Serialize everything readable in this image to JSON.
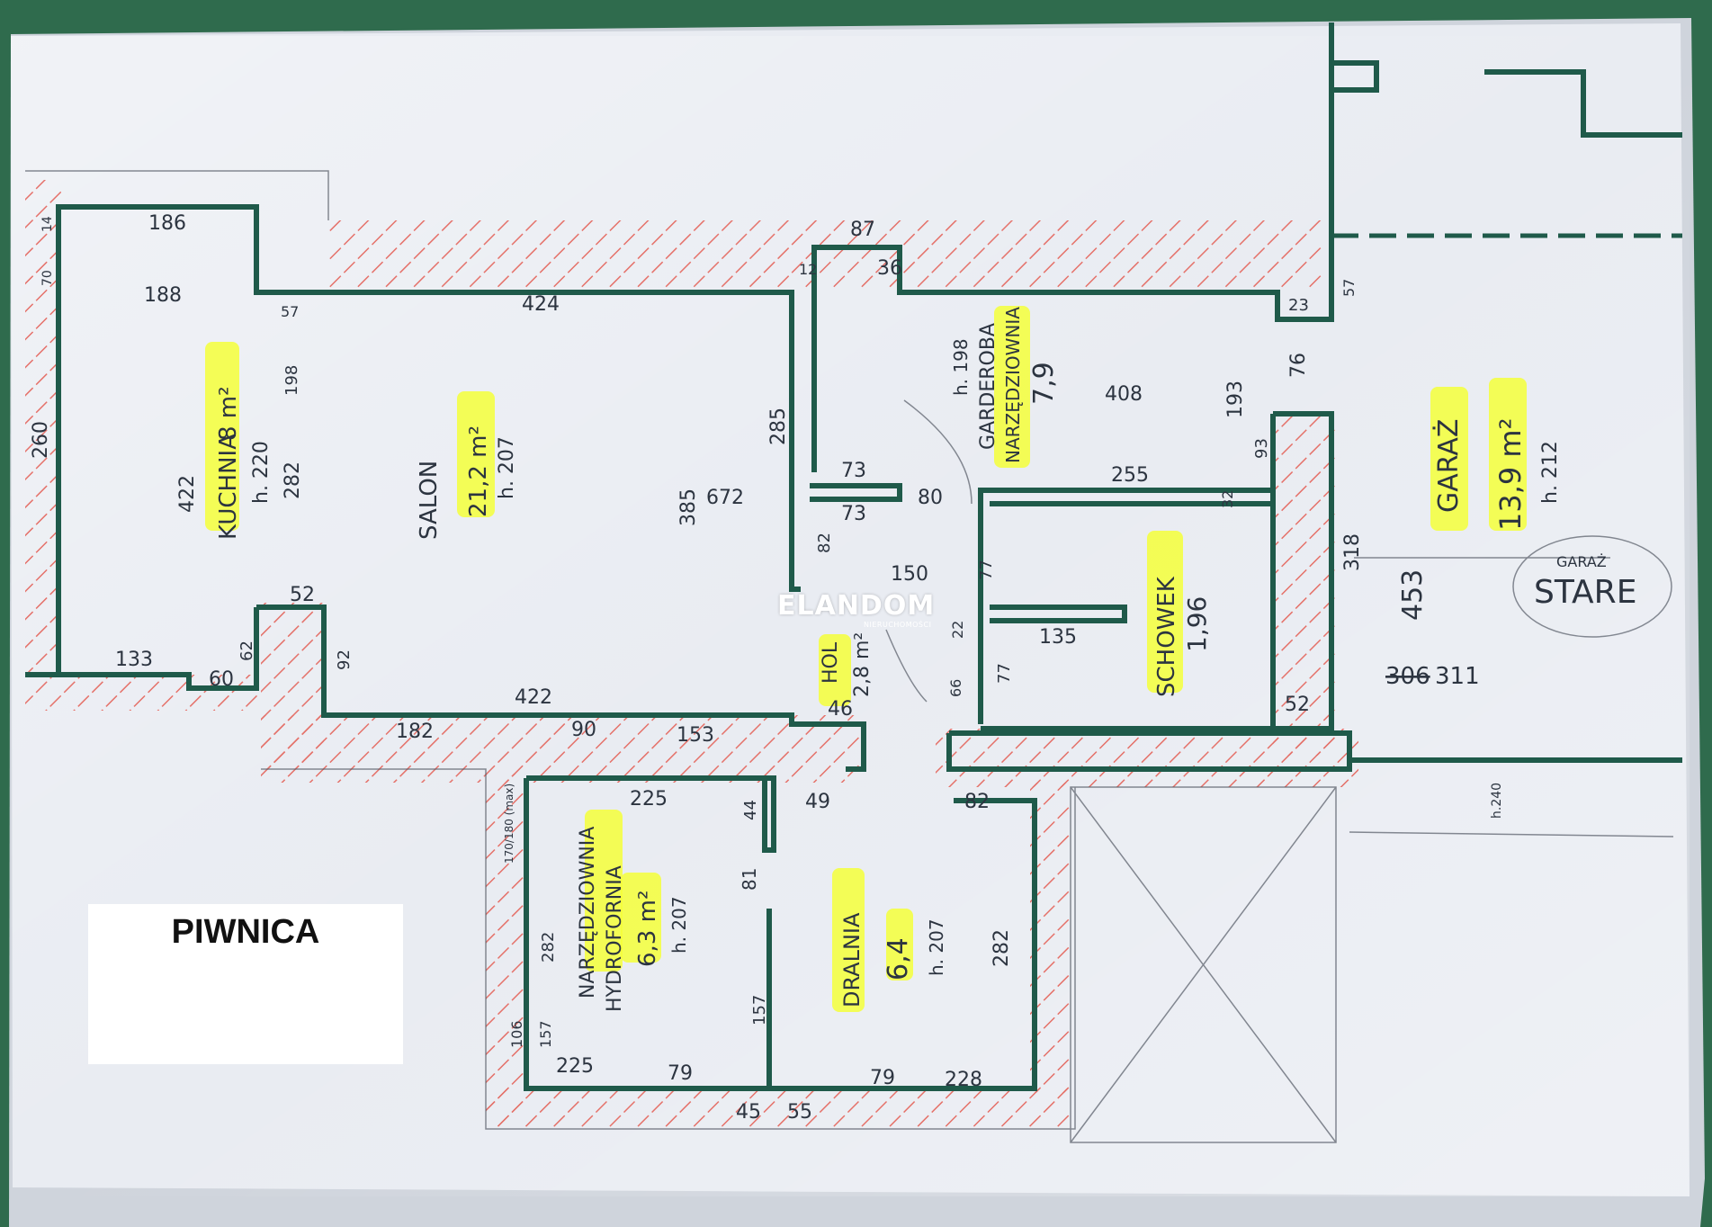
{
  "caption": "PIWNICA",
  "watermark": {
    "brand": "ELANDOM",
    "tagline": "NIERUCHOMOŚCI"
  },
  "rooms": {
    "kuchnia": {
      "name": "KUCHNIA",
      "area": "8 m²",
      "height": "h. 220"
    },
    "salon": {
      "name": "SALON",
      "area": "21,2 m²",
      "height": "h. 207"
    },
    "garderoba": {
      "name": "GARDEROBA",
      "alt_name": "NARZĘDZIOWNIA",
      "area": "7,9",
      "height": "h. 198"
    },
    "chowek": {
      "name": "SCHOWEK",
      "area": "1,96"
    },
    "hol": {
      "name": "HOL",
      "area": "2,8 m²"
    },
    "garaz": {
      "name": "GARAŻ",
      "area": "13,9 m²",
      "height": "h. 212",
      "note_top": "GARAŻ",
      "note_bottom": "STARE"
    },
    "narzedziownia": {
      "name": "NARZĘDZIOWNIA",
      "alt_name": "HYDROFORNIA",
      "area": "6,3 m²",
      "height": "h. 207"
    },
    "dralnia": {
      "name": "DRALNIA",
      "area": "6,4",
      "height": "h. 207"
    }
  },
  "dimensions": {
    "d186": "186",
    "d188": "188",
    "d424": "424",
    "d87": "87",
    "d36": "36",
    "d12": "12",
    "d57a": "57",
    "d23": "23",
    "d57b": "57",
    "d76": "76",
    "d193": "193",
    "d408": "408",
    "d93": "93",
    "d255": "255",
    "d285": "285",
    "d73a": "73",
    "d73b": "73",
    "d80": "80",
    "d385": "385",
    "d672": "672",
    "d82": "82",
    "d150": "150",
    "d77a": "77",
    "d77b": "77",
    "d32": "32",
    "d22": "22",
    "d135": "135",
    "d318": "318",
    "d453": "453",
    "d306": "306",
    "d311": "311",
    "d52a": "52",
    "d52b": "52",
    "d92": "92",
    "d62": "62",
    "d60": "60",
    "d133": "133",
    "d422a": "422",
    "d422b": "422",
    "d282a": "282",
    "d198": "198",
    "d260": "260",
    "d182": "182",
    "d90": "90",
    "d153": "153",
    "d46": "46",
    "d66": "66",
    "d225a": "225",
    "d44": "44",
    "d49": "49",
    "d82b": "82",
    "d81": "81",
    "d157a": "157",
    "d157b": "157",
    "d282b": "282",
    "d282c": "282",
    "d225b": "225",
    "d79a": "79",
    "d79b": "79",
    "d228": "228",
    "d45": "45",
    "d55": "55",
    "d106": "106",
    "d170": "170/180 (max)",
    "h240": "h.240",
    "d14": "14",
    "d70": "70"
  },
  "colors": {
    "paper": "#e9ecf2",
    "wall": "#1f5a4a",
    "hatch": "#e4635a",
    "highlight": "#f4ff3a",
    "text": "#2c3440",
    "green_text": "#2f8a5a",
    "background": "#2f6b4d"
  }
}
